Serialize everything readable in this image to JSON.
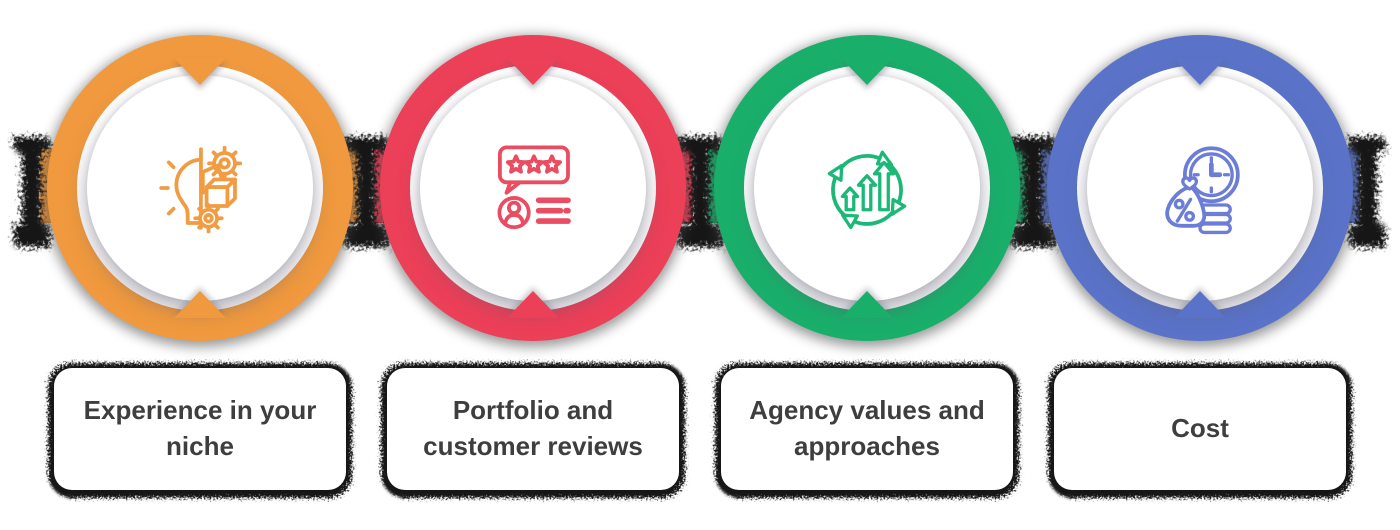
{
  "background_color": "#ffffff",
  "steps": [
    {
      "label": "Experience in your niche",
      "ring_color": "#F0993E",
      "icon_color": "#F19C43",
      "icon": "idea-gears-icon"
    },
    {
      "label": "Portfolio and customer reviews",
      "ring_color": "#EC3F58",
      "icon_color": "#EA4C62",
      "icon": "review-stars-icon"
    },
    {
      "label": "Agency values and approaches",
      "ring_color": "#19AF6B",
      "icon_color": "#1CB877",
      "icon": "growth-cycle-icon"
    },
    {
      "label": "Cost",
      "ring_color": "#5A73C8",
      "icon_color": "#6B7DD6",
      "icon": "cost-clock-icon"
    }
  ],
  "connector": {
    "color": "#161616"
  },
  "card": {
    "background": "#ffffff",
    "text_color": "#3E3E3E",
    "shadow_color": "#141414"
  }
}
